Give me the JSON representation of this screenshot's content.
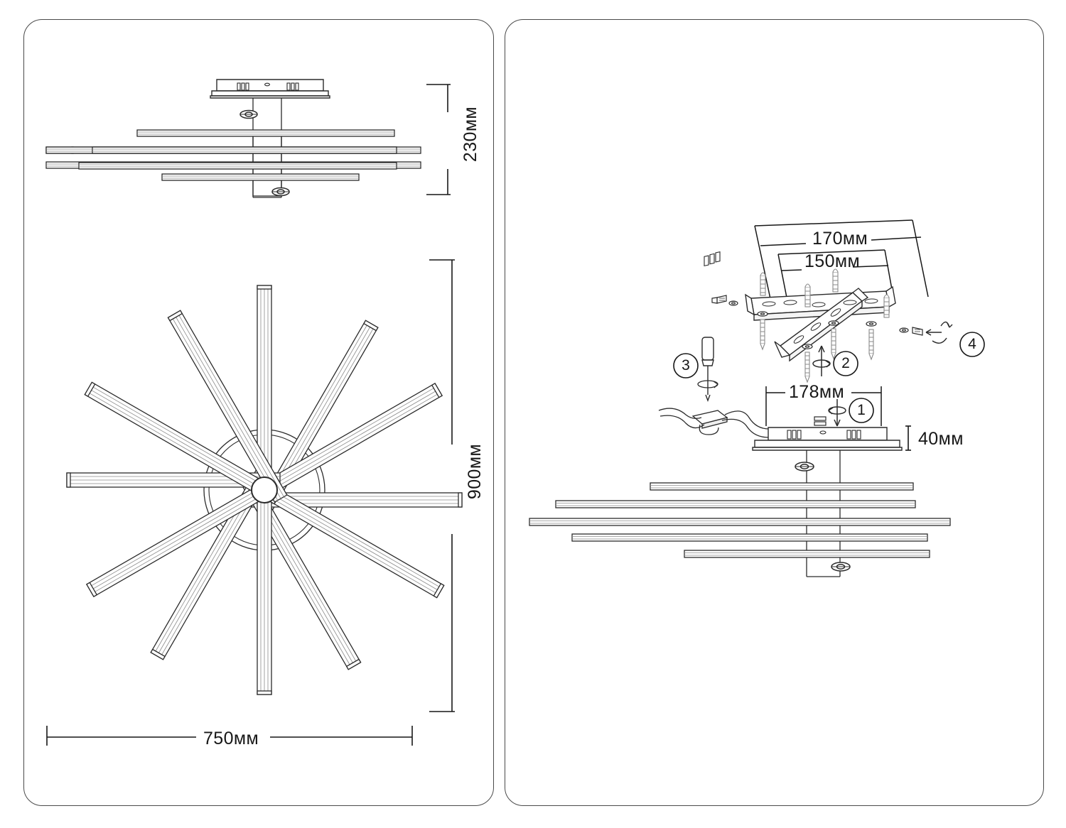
{
  "document": {
    "type": "installation-diagram",
    "product": "radial LED ceiling light fixture",
    "units": "mm (мм)"
  },
  "panel_left": {
    "name": "product-dimensions-panel",
    "views": [
      "side-elevation",
      "top-plan"
    ],
    "dimensions": {
      "height_label": "230мм",
      "diameter_vertical_label": "900мм",
      "diameter_horizontal_label": "750мм"
    },
    "side_view": {
      "bar_count": 5,
      "has_ceiling_plate": true,
      "thumbscrew_count": 2
    },
    "top_view": {
      "bar_count": 12,
      "hub": "center-circle"
    }
  },
  "panel_right": {
    "name": "installation-steps-panel",
    "dimensions": {
      "bracket_outer_label": "170мм",
      "bracket_inner_label": "150мм",
      "plate_width_label": "178мм",
      "plate_height_label": "40мм"
    },
    "steps": [
      {
        "number": "1",
        "name": "rotate-lock-canopy"
      },
      {
        "number": "2",
        "name": "align-canopy-to-bracket"
      },
      {
        "number": "3",
        "name": "wire-terminal-block"
      },
      {
        "number": "4",
        "name": "fasten-bracket-screws"
      }
    ],
    "hardware": {
      "bracket": "cross-mounting-bracket",
      "screws": 6,
      "wall_anchors": 4,
      "washers": 4,
      "screwdriver": true,
      "terminal_block": true
    },
    "assembly_view": {
      "bar_count": 5,
      "thumbscrew_count": 2
    }
  },
  "colors": {
    "line": "#2b2b2b",
    "panel_border": "#4a4a4a",
    "fill": "#ffffff",
    "hatch": "#8a8a8a",
    "background": "#ffffff"
  }
}
